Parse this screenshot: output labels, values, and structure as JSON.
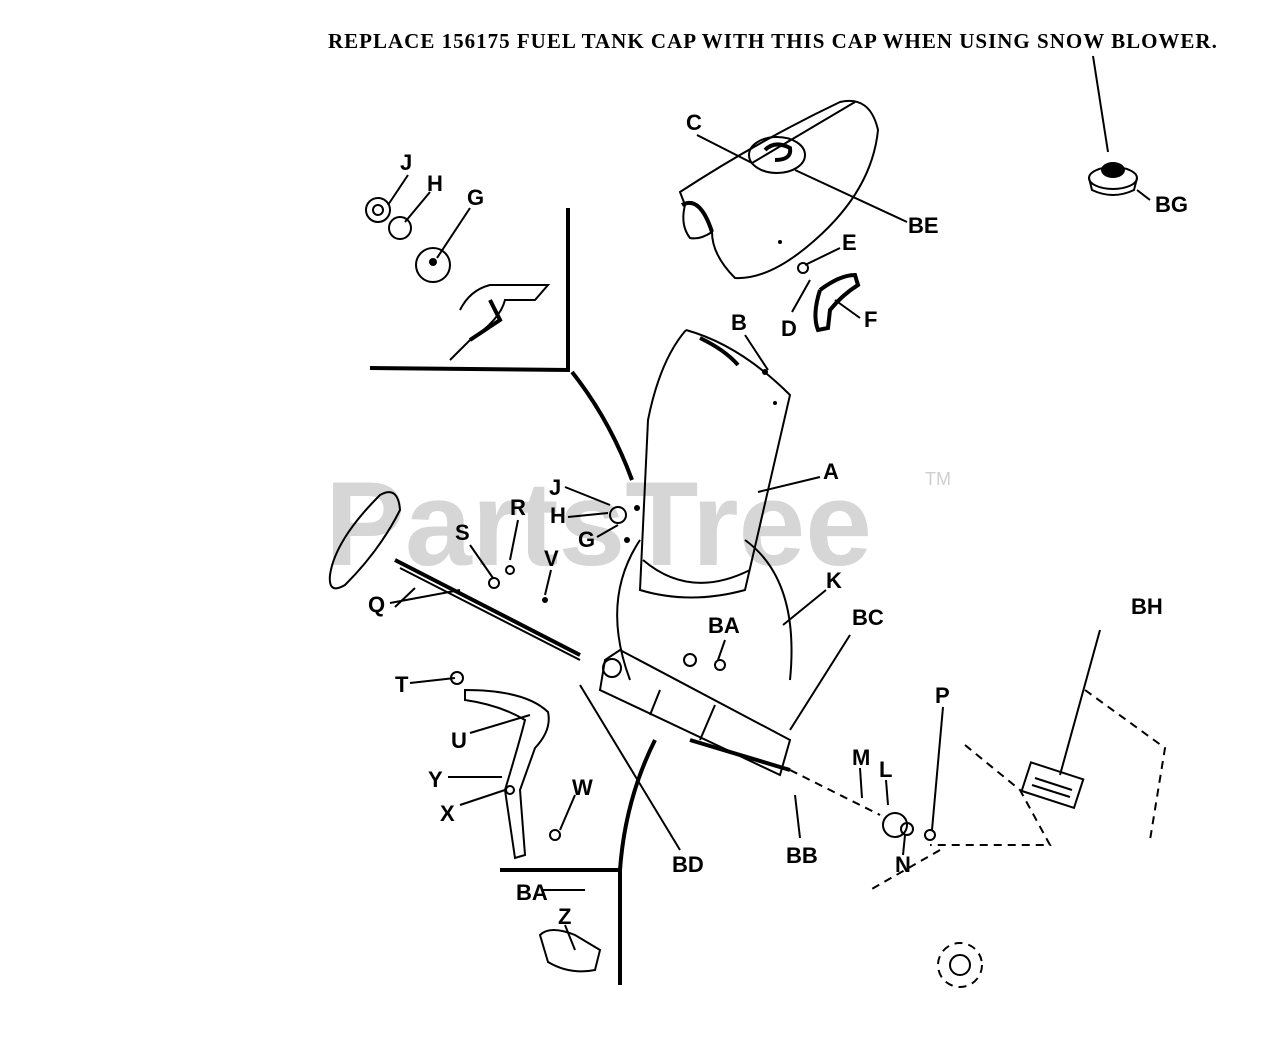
{
  "note": "REPLACE 156175  FUEL TANK CAP WITH THIS CAP WHEN USING SNOW BLOWER.",
  "watermark": {
    "text": "PartsTree",
    "mark": "TM"
  },
  "labels": {
    "A": "A",
    "B": "B",
    "C": "C",
    "D": "D",
    "E": "E",
    "F": "F",
    "G1": "G",
    "H1": "H",
    "J1": "J",
    "G2": "G",
    "H2": "H",
    "J2": "J",
    "K": "K",
    "L": "L",
    "M": "M",
    "N": "N",
    "P": "P",
    "Q": "Q",
    "R": "R",
    "S": "S",
    "T": "T",
    "U": "U",
    "V": "V",
    "W": "W",
    "X": "X",
    "Y": "Y",
    "Z": "Z",
    "BA1": "BA",
    "BA2": "BA",
    "BB": "BB",
    "BC": "BC",
    "BD": "BD",
    "BE": "BE",
    "BG": "BG",
    "BH": "BH"
  }
}
